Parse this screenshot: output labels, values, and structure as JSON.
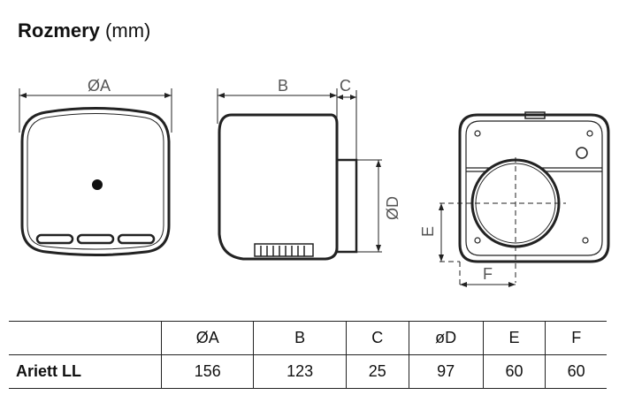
{
  "title": {
    "bold": "Rozmery",
    "unit": "(mm)"
  },
  "labels": {
    "a": "ØA",
    "b": "B",
    "c": "C",
    "d": "ØD",
    "e": "E",
    "f": "F"
  },
  "table": {
    "headers": [
      "",
      "ØA",
      "B",
      "C",
      "øD",
      "E",
      "F"
    ],
    "rows": [
      {
        "model": "Ariett LL",
        "values": [
          "156",
          "123",
          "25",
          "97",
          "60",
          "60"
        ]
      }
    ]
  },
  "colors": {
    "line": "#222222",
    "label": "#555555"
  }
}
